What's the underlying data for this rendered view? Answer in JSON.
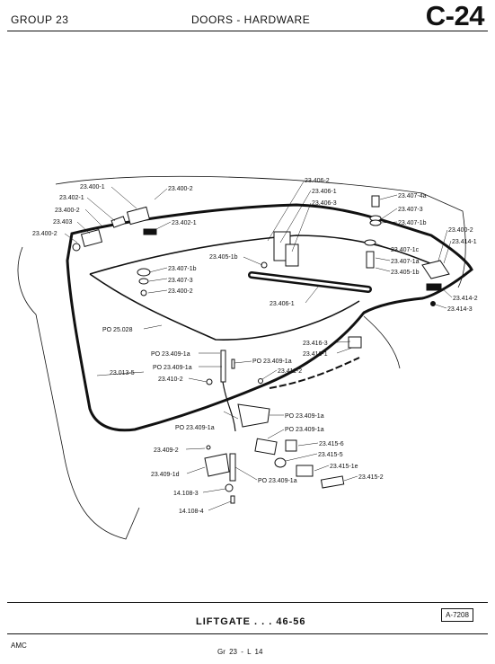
{
  "header": {
    "group": "GROUP 23",
    "section": "DOORS - HARDWARE",
    "page_code": "C-24"
  },
  "labels": [
    "23.400-1",
    "23.400-2",
    "23.402-1",
    "23.400-2",
    "23.403",
    "23.400-2",
    "23.402-1",
    "23.406-2",
    "23.406-1",
    "23.406-3",
    "23.407-4a",
    "23.407-3",
    "23.407-1b",
    "23.400-2",
    "23.414-1",
    "23.405-1b",
    "23.407-1c",
    "23.407-1a",
    "23.405-1b",
    "23.407-1b",
    "23.407-3",
    "23.400-2",
    "23.406-1",
    "23.414-2",
    "23.414-3",
    "PO 25.028",
    "23.416-3",
    "23.416-1",
    "PO 23.409-1a",
    "PO 23.409-1a",
    "PO 23.409-1a",
    "23.013-5",
    "23.410-2",
    "23.411-2",
    "PO 23.409-1a",
    "PO 23.409-1a",
    "PO 23.409-1a",
    "23.415-6",
    "23.409-2",
    "23.415-5",
    "23.415-1e",
    "23.409-1d",
    "23.415-2",
    "PO 23.409-1a",
    "14.108-3",
    "14.108-4"
  ],
  "caption": "LIFTGATE . . . 46-56",
  "figure_ref": "A-7208",
  "footer": {
    "left": "AMC",
    "center": "Gr 23 - L 14"
  }
}
